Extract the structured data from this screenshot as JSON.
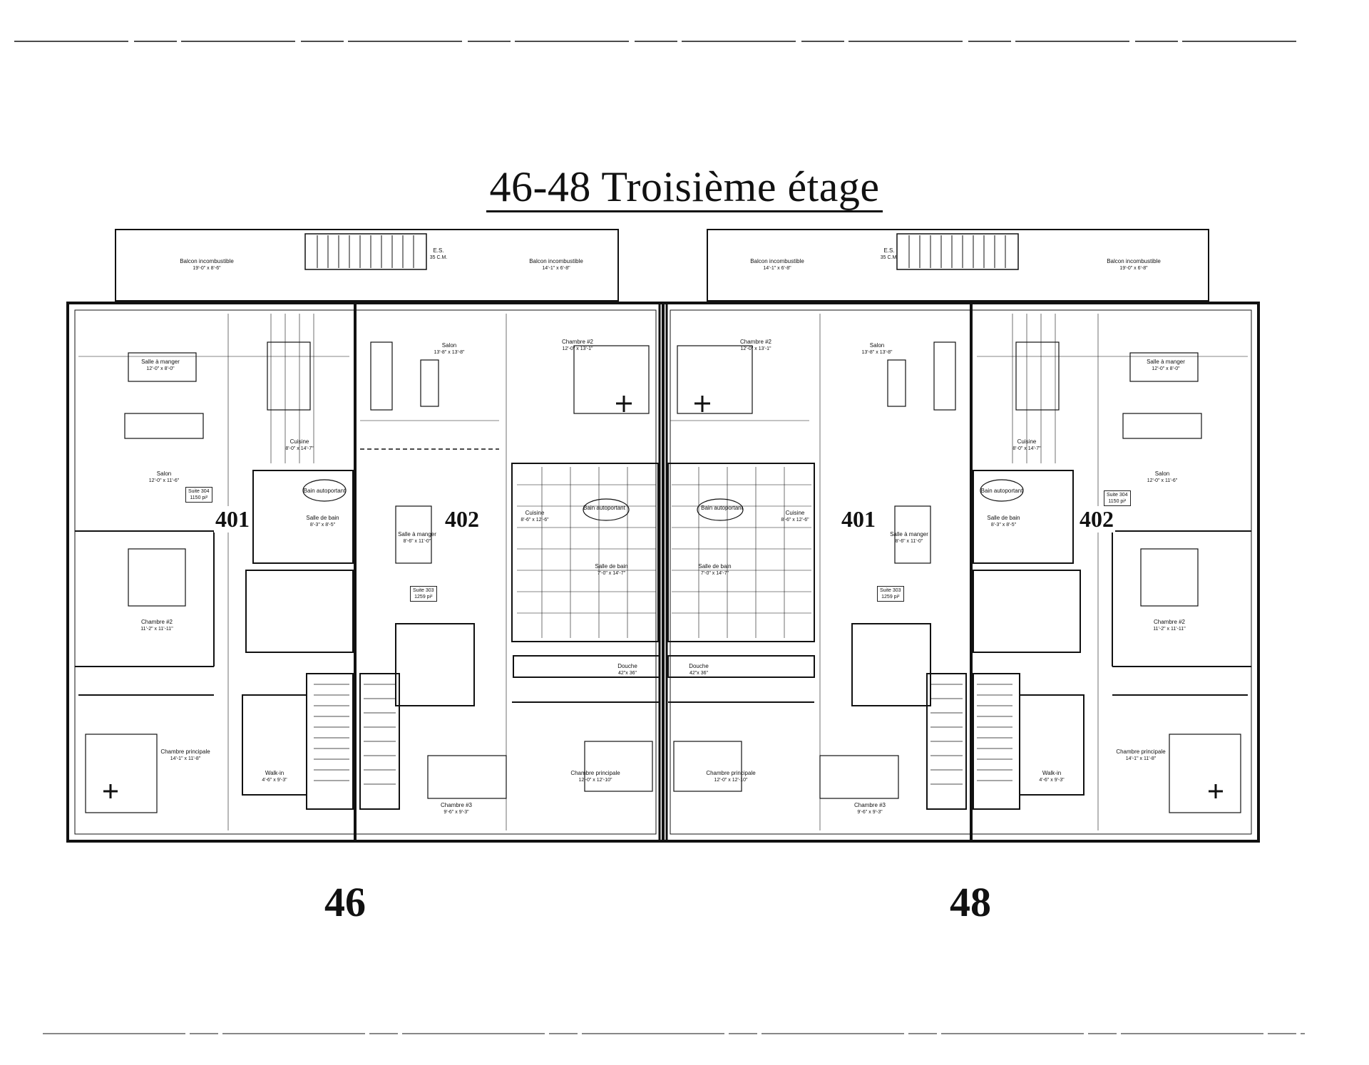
{
  "title": "46-48 Troisième étage",
  "buildings": [
    "46",
    "48"
  ],
  "units": {
    "b46_left": "401",
    "b46_right": "402",
    "b48_left": "401",
    "b48_right": "402"
  },
  "rooms": {
    "balcony_left": {
      "name": "Balcon incombustible",
      "dim": "19'-0\" x 8'-6\""
    },
    "balcony_mid_left": {
      "name": "Balcon incombustible",
      "dim": "14'-1\" x 6'-8\""
    },
    "balcony_mid_right": {
      "name": "Balcon incombustible",
      "dim": "14'-1\" x 6'-8\""
    },
    "balcony_right": {
      "name": "Balcon incombustible",
      "dim": "19'-0\" x 6'-8\""
    },
    "es_left": {
      "name": "E.S.",
      "dim": "35 C.M."
    },
    "es_right": {
      "name": "E.S.",
      "dim": "35 C.M."
    },
    "salle_manger_401": {
      "name": "Salle à manger",
      "dim": "12'-0\" x 8'-0\""
    },
    "salon_401": {
      "name": "Salon",
      "dim": "12'-0\" x 11'-6\""
    },
    "cuisine_401": {
      "name": "Cuisine",
      "dim": "8'-0\" x 14'-7\""
    },
    "bain_401": {
      "name": "Bain autoportant",
      "dim": ""
    },
    "sdb_401": {
      "name": "Salle de bain",
      "dim": "8'-3\" x 8'-5\""
    },
    "ch2_401": {
      "name": "Chambre #2",
      "dim": "11'-2\" x 11'-11\""
    },
    "chp_401": {
      "name": "Chambre principale",
      "dim": "14'-1\" x 11'-8\""
    },
    "walkin_401": {
      "name": "Walk-in",
      "dim": "4'-6\" x 9'-3\""
    },
    "salon_402": {
      "name": "Salon",
      "dim": "13'-8\" x 13'-8\""
    },
    "ch2_402": {
      "name": "Chambre #2",
      "dim": "12'-0\" x 13'-1\""
    },
    "salle_manger_402": {
      "name": "Salle à manger",
      "dim": "8'-6\" x 11'-0\""
    },
    "cuisine_402": {
      "name": "Cuisine",
      "dim": "8'-6\" x 12'-6\""
    },
    "bain_402": {
      "name": "Bain autoportant",
      "dim": ""
    },
    "sdb_402": {
      "name": "Salle de bain",
      "dim": "7'-0\" x 14'-7\""
    },
    "chp_402": {
      "name": "Chambre principale",
      "dim": "12'-0\" x 12'-10\""
    },
    "ch3_402": {
      "name": "Chambre #3",
      "dim": "9'-6\" x 9'-3\""
    },
    "douche": {
      "name": "Douche",
      "dim": "42\"x 36\""
    }
  },
  "suites": {
    "s304": {
      "name": "Suite 304",
      "area": "1150 pi²"
    },
    "s303": {
      "name": "Suite 303",
      "area": "1259 pi²"
    }
  }
}
